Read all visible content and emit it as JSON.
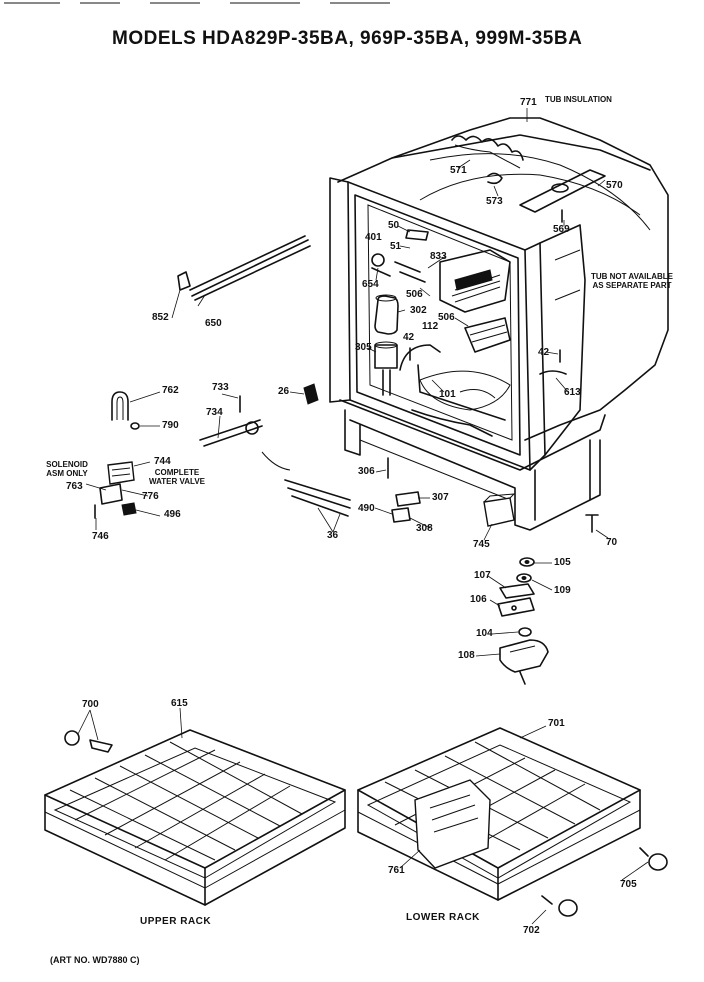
{
  "title": "MODELS HDA829P-35BA, 969P-35BA, 999M-35BA",
  "notes": {
    "tub_insulation": "TUB INSULATION",
    "tub_not_available": "TUB NOT AVAILABLE AS SEPARATE PART",
    "solenoid": "SOLENOID ASM ONLY",
    "complete_valve": "COMPLETE WATER VALVE"
  },
  "parts": {
    "p771": "771",
    "p571": "571",
    "p573": "573",
    "p570": "570",
    "p569": "569",
    "p50": "50",
    "p401": "401",
    "p51": "51",
    "p833": "833",
    "p654": "654",
    "p506a": "506",
    "p302": "302",
    "p506b": "506",
    "p112": "112",
    "p305": "305",
    "p42a": "42",
    "p42b": "42",
    "p613": "613",
    "p101": "101",
    "p26": "26",
    "p852": "852",
    "p650": "650",
    "p762": "762",
    "p733": "733",
    "p790": "790",
    "p734": "734",
    "p744": "744",
    "p763": "763",
    "p776": "776",
    "p496": "496",
    "p746": "746",
    "p36": "36",
    "p306": "306",
    "p307": "307",
    "p490": "490",
    "p308": "308",
    "p745": "745",
    "p70": "70",
    "p105": "105",
    "p107": "107",
    "p109": "109",
    "p106": "106",
    "p104": "104",
    "p108": "108",
    "p700": "700",
    "p615": "615",
    "p701": "701",
    "p761": "761",
    "p705": "705",
    "p702": "702"
  },
  "captions": {
    "upper_rack": "UPPER RACK",
    "lower_rack": "LOWER RACK"
  },
  "art_no": "(ART NO. WD7880 C)"
}
